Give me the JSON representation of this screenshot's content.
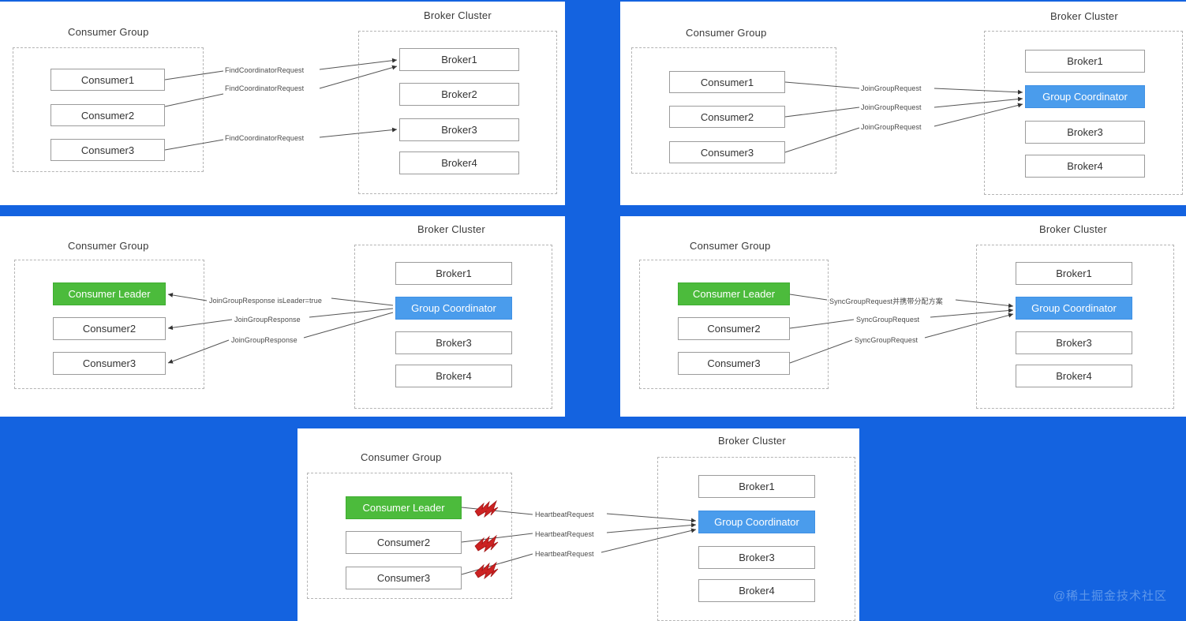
{
  "background_color": "#1463e0",
  "colors": {
    "leader_green": "#4cbb3c",
    "coordinator_blue": "#4a9cec",
    "node_border": "#9b9b9b",
    "dashed_border": "#b4b4b4",
    "bolt_red": "#cc2222"
  },
  "watermark": "@稀土掘金技术社区",
  "labels": {
    "consumer_group": "Consumer Group",
    "broker_cluster": "Broker Cluster"
  },
  "panels": [
    {
      "id": "find-coordinator",
      "consumer_group_title": "Consumer Group",
      "broker_cluster_title": "Broker Cluster",
      "consumers": [
        "Consumer1",
        "Consumer2",
        "Consumer3"
      ],
      "brokers": [
        "Broker1",
        "Broker2",
        "Broker3",
        "Broker4"
      ],
      "coordinator_index": -1,
      "leader": false,
      "edge_labels": [
        "FindCoordinatorRequest",
        "FindCoordinatorRequest",
        "FindCoordinatorRequest"
      ],
      "direction": "to-broker",
      "bolts": false
    },
    {
      "id": "join-group-request",
      "consumer_group_title": "Consumer Group",
      "broker_cluster_title": "Broker Cluster",
      "consumers": [
        "Consumer1",
        "Consumer2",
        "Consumer3"
      ],
      "brokers": [
        "Broker1",
        "Group Coordinator",
        "Broker3",
        "Broker4"
      ],
      "coordinator_index": 1,
      "leader": false,
      "edge_labels": [
        "JoinGroupRequest",
        "JoinGroupRequest",
        "JoinGroupRequest"
      ],
      "direction": "to-broker",
      "bolts": false
    },
    {
      "id": "join-group-response",
      "consumer_group_title": "Consumer Group",
      "broker_cluster_title": "Broker Cluster",
      "consumers": [
        "Consumer Leader",
        "Consumer2",
        "Consumer3"
      ],
      "brokers": [
        "Broker1",
        "Group Coordinator",
        "Broker3",
        "Broker4"
      ],
      "coordinator_index": 1,
      "leader": true,
      "edge_labels": [
        "JoinGroupResponse isLeader=true",
        "JoinGroupResponse",
        "JoinGroupResponse"
      ],
      "direction": "to-consumer",
      "bolts": false
    },
    {
      "id": "sync-group-request",
      "consumer_group_title": "Consumer Group",
      "broker_cluster_title": "Broker Cluster",
      "consumers": [
        "Consumer Leader",
        "Consumer2",
        "Consumer3"
      ],
      "brokers": [
        "Broker1",
        "Group Coordinator",
        "Broker3",
        "Broker4"
      ],
      "coordinator_index": 1,
      "leader": true,
      "edge_labels": [
        "SyncGroupRequest并携带分配方案",
        "SyncGroupRequest",
        "SyncGroupRequest"
      ],
      "direction": "to-broker",
      "bolts": false
    },
    {
      "id": "heartbeat-request",
      "consumer_group_title": "Consumer Group",
      "broker_cluster_title": "Broker Cluster",
      "consumers": [
        "Consumer Leader",
        "Consumer2",
        "Consumer3"
      ],
      "brokers": [
        "Broker1",
        "Group Coordinator",
        "Broker3",
        "Broker4"
      ],
      "coordinator_index": 1,
      "leader": true,
      "edge_labels": [
        "HeartbeatRequest",
        "HeartbeatRequest",
        "HeartbeatRequest"
      ],
      "direction": "to-broker",
      "bolts": true
    }
  ]
}
